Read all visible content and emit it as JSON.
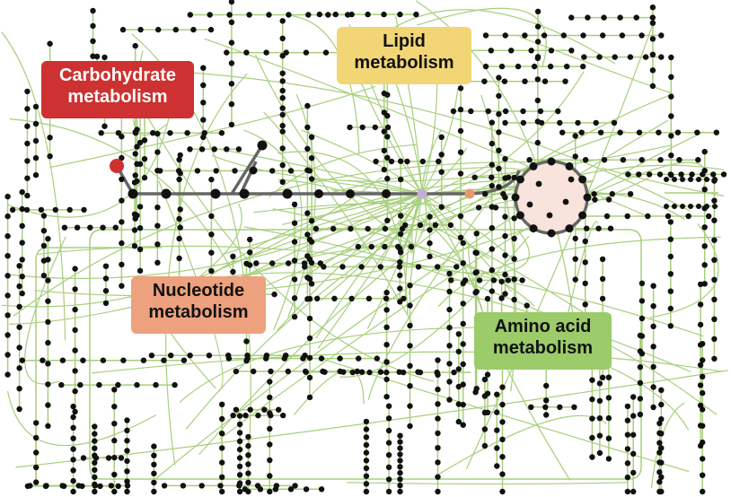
{
  "labels": {
    "carbohydrate": {
      "line1": "Carbohydrate",
      "line2": "metabolism",
      "color": "#cd3131"
    },
    "lipid": {
      "line1": "Lipid",
      "line2": "metabolism",
      "color": "#f2d675"
    },
    "nucleotide": {
      "line1": "Nucleotide",
      "line2": "metabolism",
      "color": "#eda17e"
    },
    "amino_acid": {
      "line1": "Amino acid",
      "line2": "metabolism",
      "color": "#9ccb6a"
    }
  },
  "colors": {
    "edge": "#a7cf7c",
    "core_edge": "#666666",
    "node": "#111111",
    "start_node": "#cd3131",
    "hub_node": "#c6acd8",
    "orange_node": "#e8996a",
    "cycle_fill": "#f8e4dc"
  }
}
